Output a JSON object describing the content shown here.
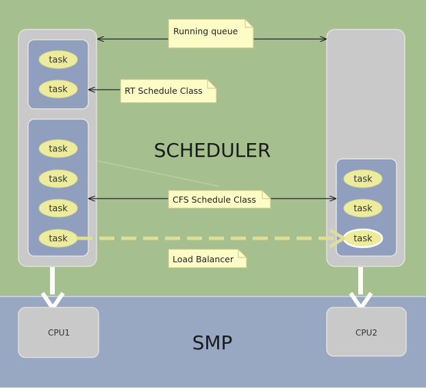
{
  "diagram": {
    "scheduler_label": "SCHEDULER",
    "smp_label": "SMP",
    "notes": {
      "running_queue": "Running queue",
      "rt_class": "RT Schedule Class",
      "cfs_class": "CFS Schedule Class",
      "load_balancer": "Load Balancer"
    },
    "cpus": {
      "cpu1": "CPU1",
      "cpu2": "CPU2"
    },
    "cpu1_queue": {
      "rt_tasks": [
        "task",
        "task"
      ],
      "cfs_tasks": [
        "task",
        "task",
        "task",
        "task"
      ]
    },
    "cpu2_queue": {
      "cfs_tasks": [
        "task",
        "task",
        "task"
      ]
    }
  },
  "colors": {
    "scheduler_bg": "#a5bf8e",
    "smp_bg": "#99a8c2",
    "queue_panel": "#c9c9c9",
    "class_panel": "#8f9fbd",
    "task_fill": "#ecec9c",
    "note_fill": "#fdfcc6",
    "load_arrow": "#dede96"
  }
}
